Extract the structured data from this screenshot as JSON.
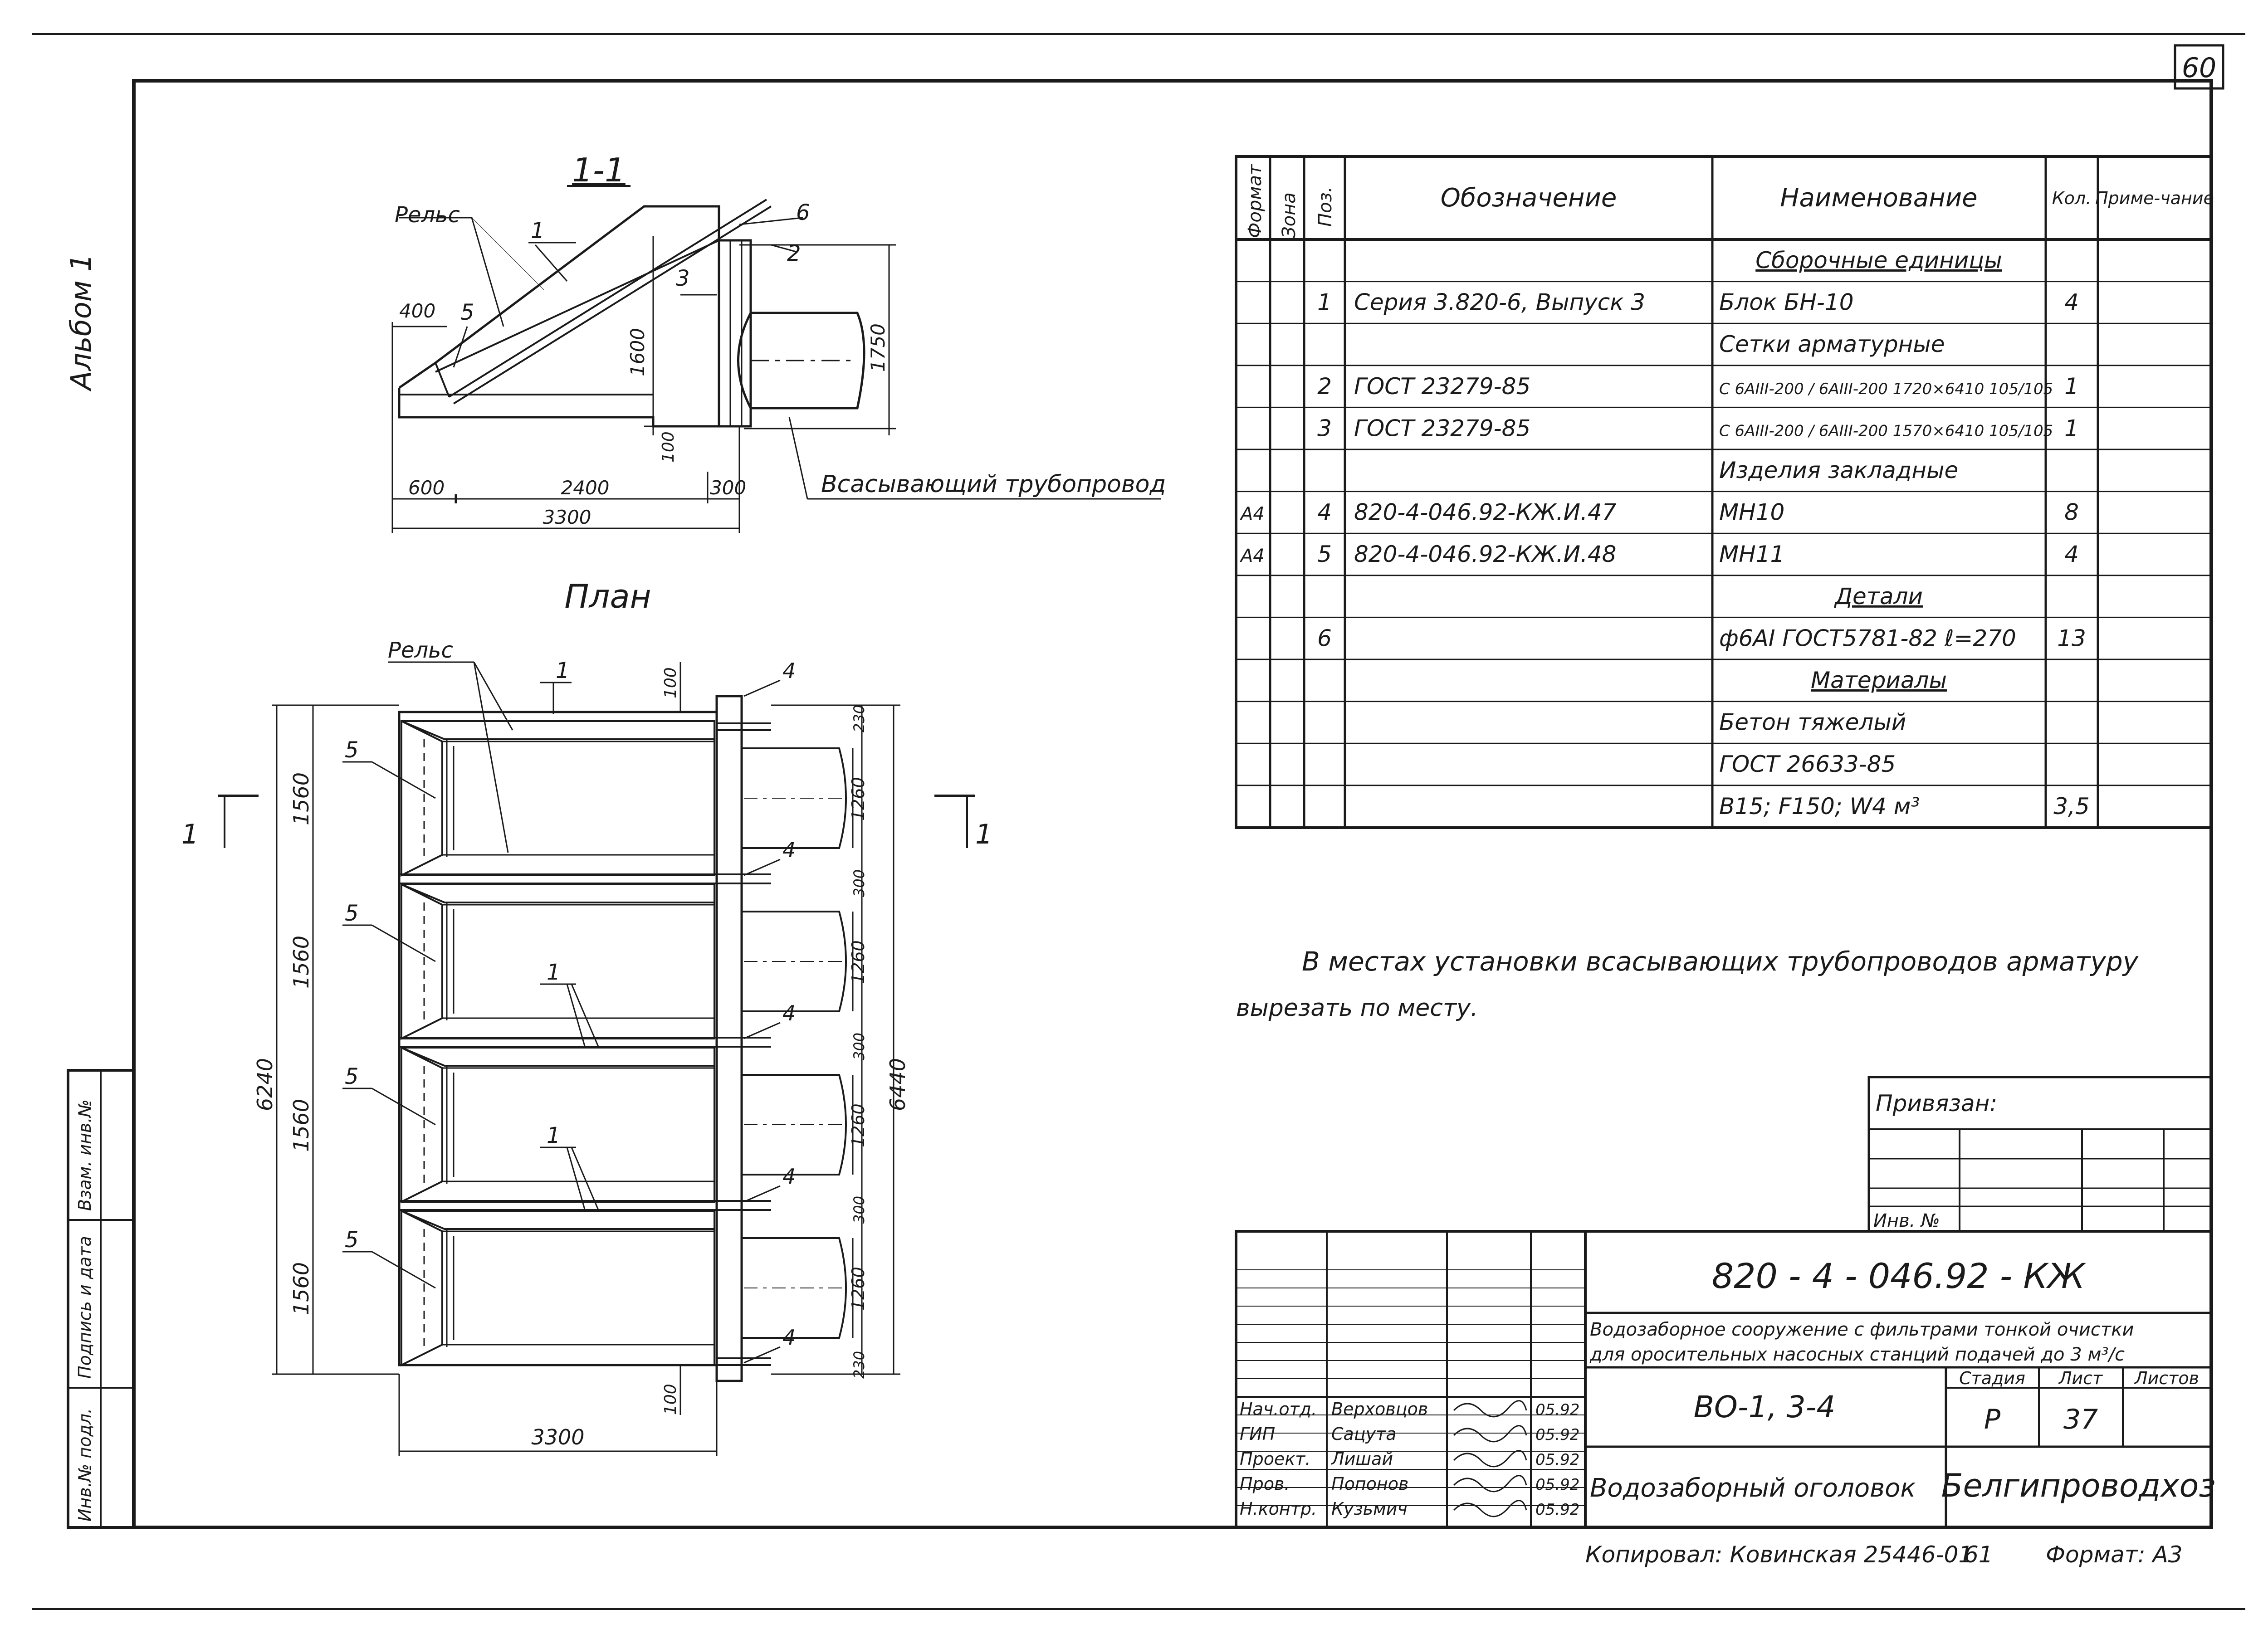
{
  "sheet": {
    "corner_number": "60",
    "album_label": "Альбом 1",
    "left_stamp": [
      "Инв.№ подл.",
      "Подпись и дата",
      "Взам. инв.№"
    ]
  },
  "section_1_1": {
    "title": "1-1",
    "labels": {
      "rail": "Рельс",
      "suction_pipe": "Всасывающий трубопровод"
    },
    "positions": [
      "1",
      "2",
      "3",
      "5",
      "6"
    ],
    "dims": {
      "d400": "400",
      "d600": "600",
      "d2400": "2400",
      "d300": "300",
      "d3300": "3300",
      "d1600": "1600",
      "d1750": "1750",
      "d100": "100"
    }
  },
  "plan": {
    "title": "План",
    "rail_label": "Рельс",
    "section_mark": "1",
    "dims": {
      "total_left": "6240",
      "total_right": "6440",
      "bottom": "3300",
      "d100_top": "100",
      "d100_bottom": "100"
    },
    "bay_dim_left": "1560",
    "bay_dim_pipe": "1260",
    "gap_dims": [
      "230",
      "300",
      "300",
      "300",
      "230"
    ],
    "callouts": {
      "p1": "1",
      "p4": "4",
      "p5": "5"
    }
  },
  "spec_table": {
    "headers": {
      "format": "Формат",
      "zone": "Зона",
      "pos": "Поз.",
      "designation": "Обозначение",
      "name": "Наименование",
      "qty": "Кол.",
      "note": "Приме-чание"
    },
    "rows": [
      {
        "format": "",
        "pos": "",
        "designation": "",
        "name": "Сборочные единицы",
        "qty": "",
        "heading": true
      },
      {
        "format": "",
        "pos": "1",
        "designation": "Серия 3.820-6, Выпуск 3",
        "name": "Блок БН-10",
        "qty": "4"
      },
      {
        "format": "",
        "pos": "",
        "designation": "",
        "name": "Сетки арматурные",
        "qty": ""
      },
      {
        "format": "",
        "pos": "2",
        "designation": "ГОСТ 23279-85",
        "name": "С 6AIII-200 / 6AIII-200 1720×6410 105/105",
        "qty": "1"
      },
      {
        "format": "",
        "pos": "3",
        "designation": "ГОСТ 23279-85",
        "name": "С 6AIII-200 / 6AIII-200 1570×6410 105/105",
        "qty": "1"
      },
      {
        "format": "",
        "pos": "",
        "designation": "",
        "name": "Изделия закладные",
        "qty": ""
      },
      {
        "format": "A4",
        "pos": "4",
        "designation": "820-4-046.92-КЖ.И.47",
        "name": "МН10",
        "qty": "8"
      },
      {
        "format": "A4",
        "pos": "5",
        "designation": "820-4-046.92-КЖ.И.48",
        "name": "МН11",
        "qty": "4"
      },
      {
        "format": "",
        "pos": "",
        "designation": "",
        "name": "Детали",
        "qty": "",
        "heading": true
      },
      {
        "format": "",
        "pos": "6",
        "designation": "",
        "name": "ф6AI ГОСТ5781-82 ℓ=270",
        "qty": "13"
      },
      {
        "format": "",
        "pos": "",
        "designation": "",
        "name": "Материалы",
        "qty": "",
        "heading": true
      },
      {
        "format": "",
        "pos": "",
        "designation": "",
        "name": "Бетон тяжелый",
        "qty": ""
      },
      {
        "format": "",
        "pos": "",
        "designation": "",
        "name": "ГОСТ 26633-85",
        "qty": ""
      },
      {
        "format": "",
        "pos": "",
        "designation": "",
        "name": "B15; F150; W4 м³",
        "qty": "3,5"
      }
    ]
  },
  "note": {
    "line1": "В местах установки всасывающих трубопроводов арматуру",
    "line2": "вырезать по месту."
  },
  "bound": {
    "label": "Привязан:",
    "inv": "Инв. №"
  },
  "title_block": {
    "code": "820 - 4 - 046.92 - КЖ",
    "description_1": "Водозаборное сооружение с фильтрами тонкой очистки",
    "description_2": "для оросительных насосных станций подачей до 3 м³/с",
    "drawing_code": "ВО-1, 3-4",
    "title": "Водозаборный оголовок",
    "org": "Белгипроводхоз",
    "stage_label": "Стадия",
    "stage": "Р",
    "sheet_label": "Лист",
    "sheet": "37",
    "sheets_label": "Листов",
    "signers": [
      {
        "role": "Нач.отд.",
        "name": "Верховцов",
        "date": "05.92"
      },
      {
        "role": "ГИП",
        "name": "Сацута",
        "date": "05.92"
      },
      {
        "role": "Проект.",
        "name": "Лишай",
        "date": "05.92"
      },
      {
        "role": "Пров.",
        "name": "Попонов",
        "date": "05.92"
      },
      {
        "role": "Н.контр.",
        "name": "Кузьмич",
        "date": "05.92"
      }
    ]
  },
  "footer": {
    "copied": "Копировал: Ковинская 25446-01",
    "page": "61",
    "format": "Формат: А3"
  }
}
